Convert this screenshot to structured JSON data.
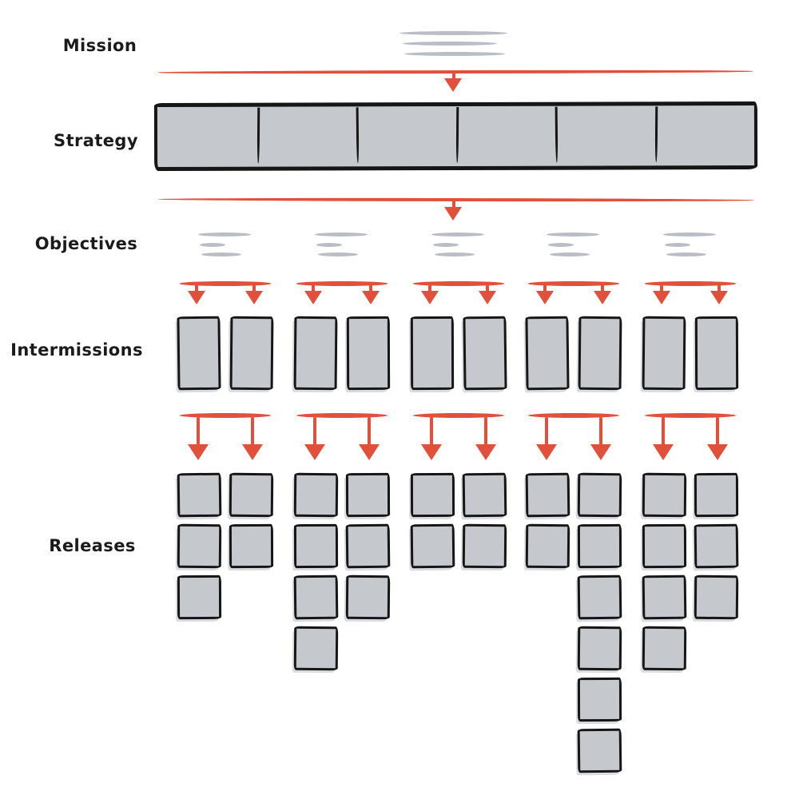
{
  "colors": {
    "ink": "#161616",
    "accent_red": "#E0503A",
    "box_fill": "#C5C8CD",
    "scribble_gray": "#B9BEC6"
  },
  "labels": {
    "mission": "Mission",
    "strategy": "Strategy",
    "objectives": "Objectives",
    "intermissions": "Intermissions",
    "releases": "Releases"
  },
  "mission": {
    "scribble_lines": 3
  },
  "strategy": {
    "segments": 6
  },
  "connectors": {
    "mission_to_strategy_arrows": 1,
    "strategy_to_objectives_arrows": 1,
    "arrows_per_group_fanout": 2
  },
  "groups": [
    {
      "scribble_lines": 3,
      "intermissions": 2,
      "release_columns": [
        3,
        2
      ]
    },
    {
      "scribble_lines": 3,
      "intermissions": 2,
      "release_columns": [
        4,
        3
      ]
    },
    {
      "scribble_lines": 3,
      "intermissions": 2,
      "release_columns": [
        2,
        2
      ]
    },
    {
      "scribble_lines": 3,
      "intermissions": 2,
      "release_columns": [
        2,
        6
      ]
    },
    {
      "scribble_lines": 3,
      "intermissions": 2,
      "release_columns": [
        4,
        3
      ]
    }
  ]
}
